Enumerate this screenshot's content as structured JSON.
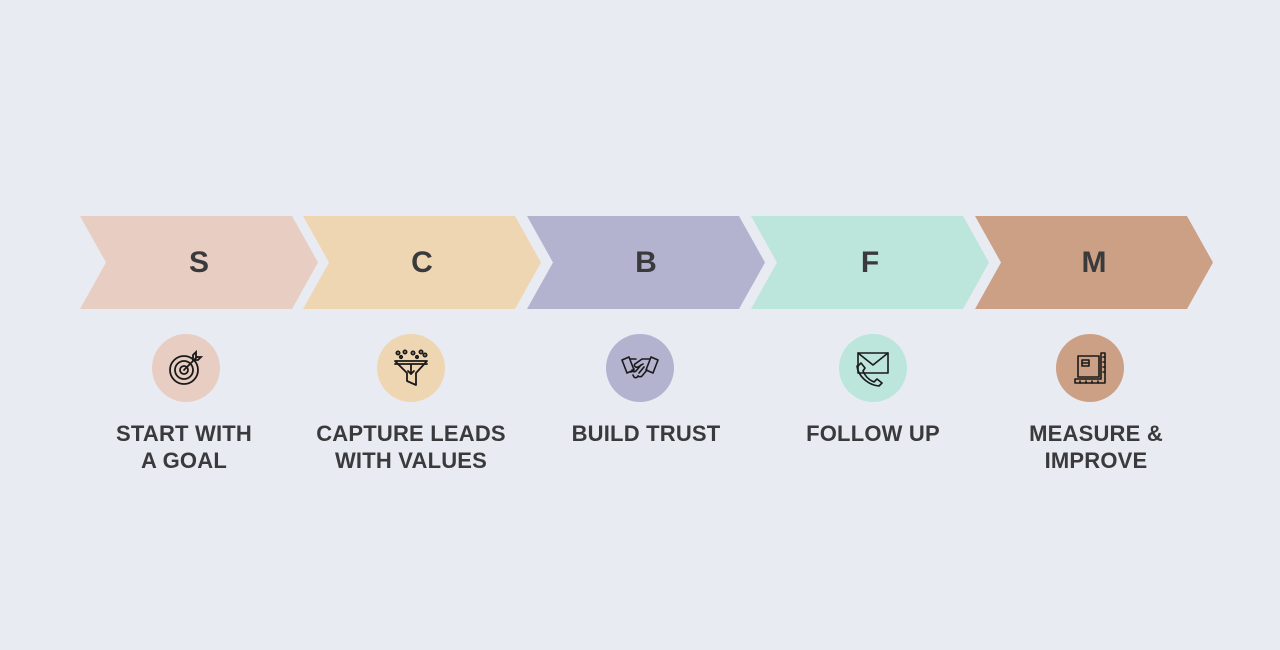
{
  "steps": [
    {
      "letter": "S",
      "label_line1": "START WITH",
      "label_line2": "A GOAL",
      "color": "#e8cdc2",
      "icon": "target-icon"
    },
    {
      "letter": "C",
      "label_line1": "CAPTURE LEADS",
      "label_line2": "WITH VALUES",
      "color": "#efd6b3",
      "icon": "funnel-icon"
    },
    {
      "letter": "B",
      "label_line1": "BUILD TRUST",
      "label_line2": "",
      "color": "#b3b3cf",
      "icon": "handshake-icon"
    },
    {
      "letter": "F",
      "label_line1": "FOLLOW UP",
      "label_line2": "",
      "color": "#bce5dc",
      "icon": "envelope-phone-icon"
    },
    {
      "letter": "M",
      "label_line1": "MEASURE &",
      "label_line2": "IMPROVE",
      "color": "#cca085",
      "icon": "box-ruler-icon"
    }
  ]
}
